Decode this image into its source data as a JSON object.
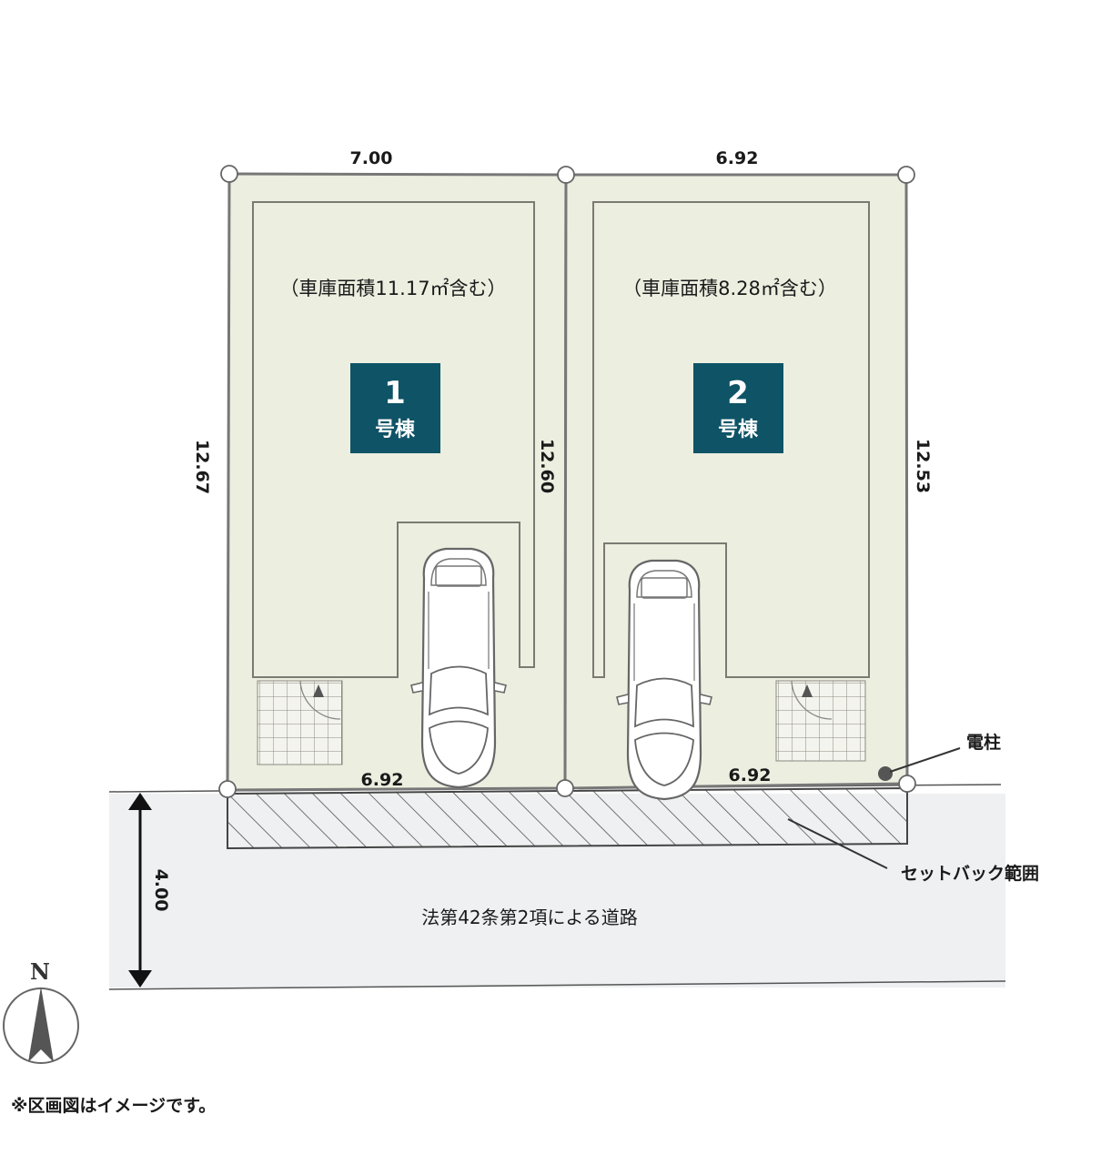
{
  "lots": [
    {
      "number": "1",
      "building_label": "号棟",
      "garage_note": "（車庫面積11.17㎡含む）",
      "dim_top": "7.00",
      "dim_left": "12.67",
      "dim_right": "12.60",
      "dim_bottom": "6.92"
    },
    {
      "number": "2",
      "building_label": "号棟",
      "garage_note": "（車庫面積8.28㎡含む）",
      "dim_top": "6.92",
      "dim_right": "12.53",
      "dim_bottom": "6.92"
    }
  ],
  "utility_pole_label": "電柱",
  "setback_label": "セットバック範囲",
  "road": {
    "label": "法第42条第2項による道路",
    "width": "4.00"
  },
  "north_label": "N",
  "footnote": "※区画図はイメージです。",
  "colors": {
    "lot_fill": "#eceee0",
    "boundary": "#777777",
    "badge": "#0e5366",
    "road_fill": "#eef0f1",
    "hatch": "#555555"
  }
}
